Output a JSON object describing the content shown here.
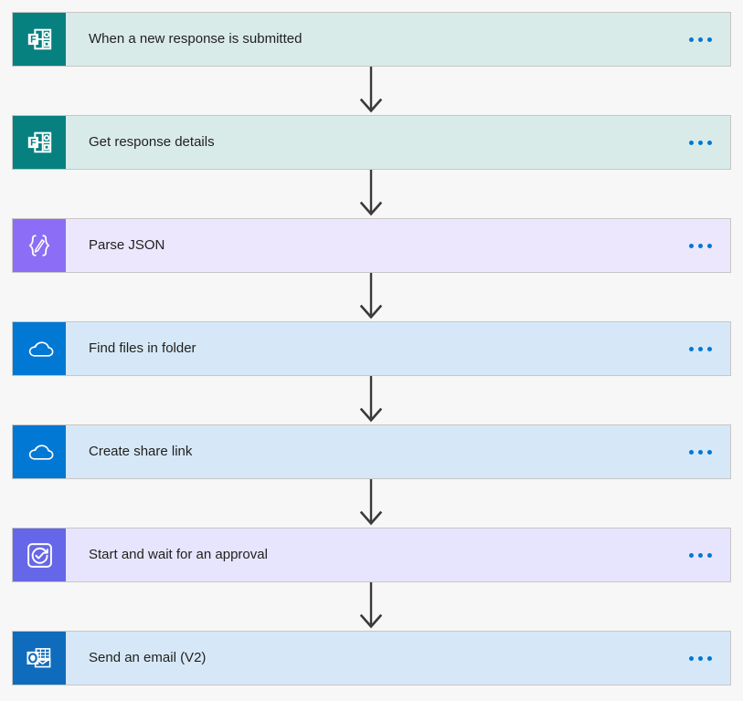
{
  "diagram": {
    "type": "flow",
    "title": "Power Automate flow",
    "menu_label": "More commands",
    "steps": [
      {
        "label": "When a new response is submitted",
        "connector": "Microsoft Forms",
        "icon": "microsoft-forms-icon",
        "theme": "forms",
        "tile_color": "#078080",
        "body_color": "#d9ebe9"
      },
      {
        "label": "Get response details",
        "connector": "Microsoft Forms",
        "icon": "microsoft-forms-icon",
        "theme": "forms",
        "tile_color": "#078080",
        "body_color": "#d9ebe9"
      },
      {
        "label": "Parse JSON",
        "connector": "Data Operation",
        "icon": "parse-json-icon",
        "theme": "json",
        "tile_color": "#8b6ef5",
        "body_color": "#ece7fd"
      },
      {
        "label": "Find files in folder",
        "connector": "OneDrive for Business",
        "icon": "onedrive-icon",
        "theme": "onedrive",
        "tile_color": "#0078d4",
        "body_color": "#d6e8f7"
      },
      {
        "label": "Create share link",
        "connector": "OneDrive for Business",
        "icon": "onedrive-icon",
        "theme": "onedrive",
        "tile_color": "#0078d4",
        "body_color": "#d6e8f7"
      },
      {
        "label": "Start and wait for an approval",
        "connector": "Approvals",
        "icon": "approvals-icon",
        "theme": "approval",
        "tile_color": "#6667e8",
        "body_color": "#e7e5fd"
      },
      {
        "label": "Send an email (V2)",
        "connector": "Office 365 Outlook",
        "icon": "outlook-icon",
        "theme": "outlook",
        "tile_color": "#0f6cbd",
        "body_color": "#d6e8f7"
      }
    ],
    "arrow_color": "#3b3a39",
    "background_color": "#f7f7f7",
    "card_border_color": "#c8c6c4"
  }
}
